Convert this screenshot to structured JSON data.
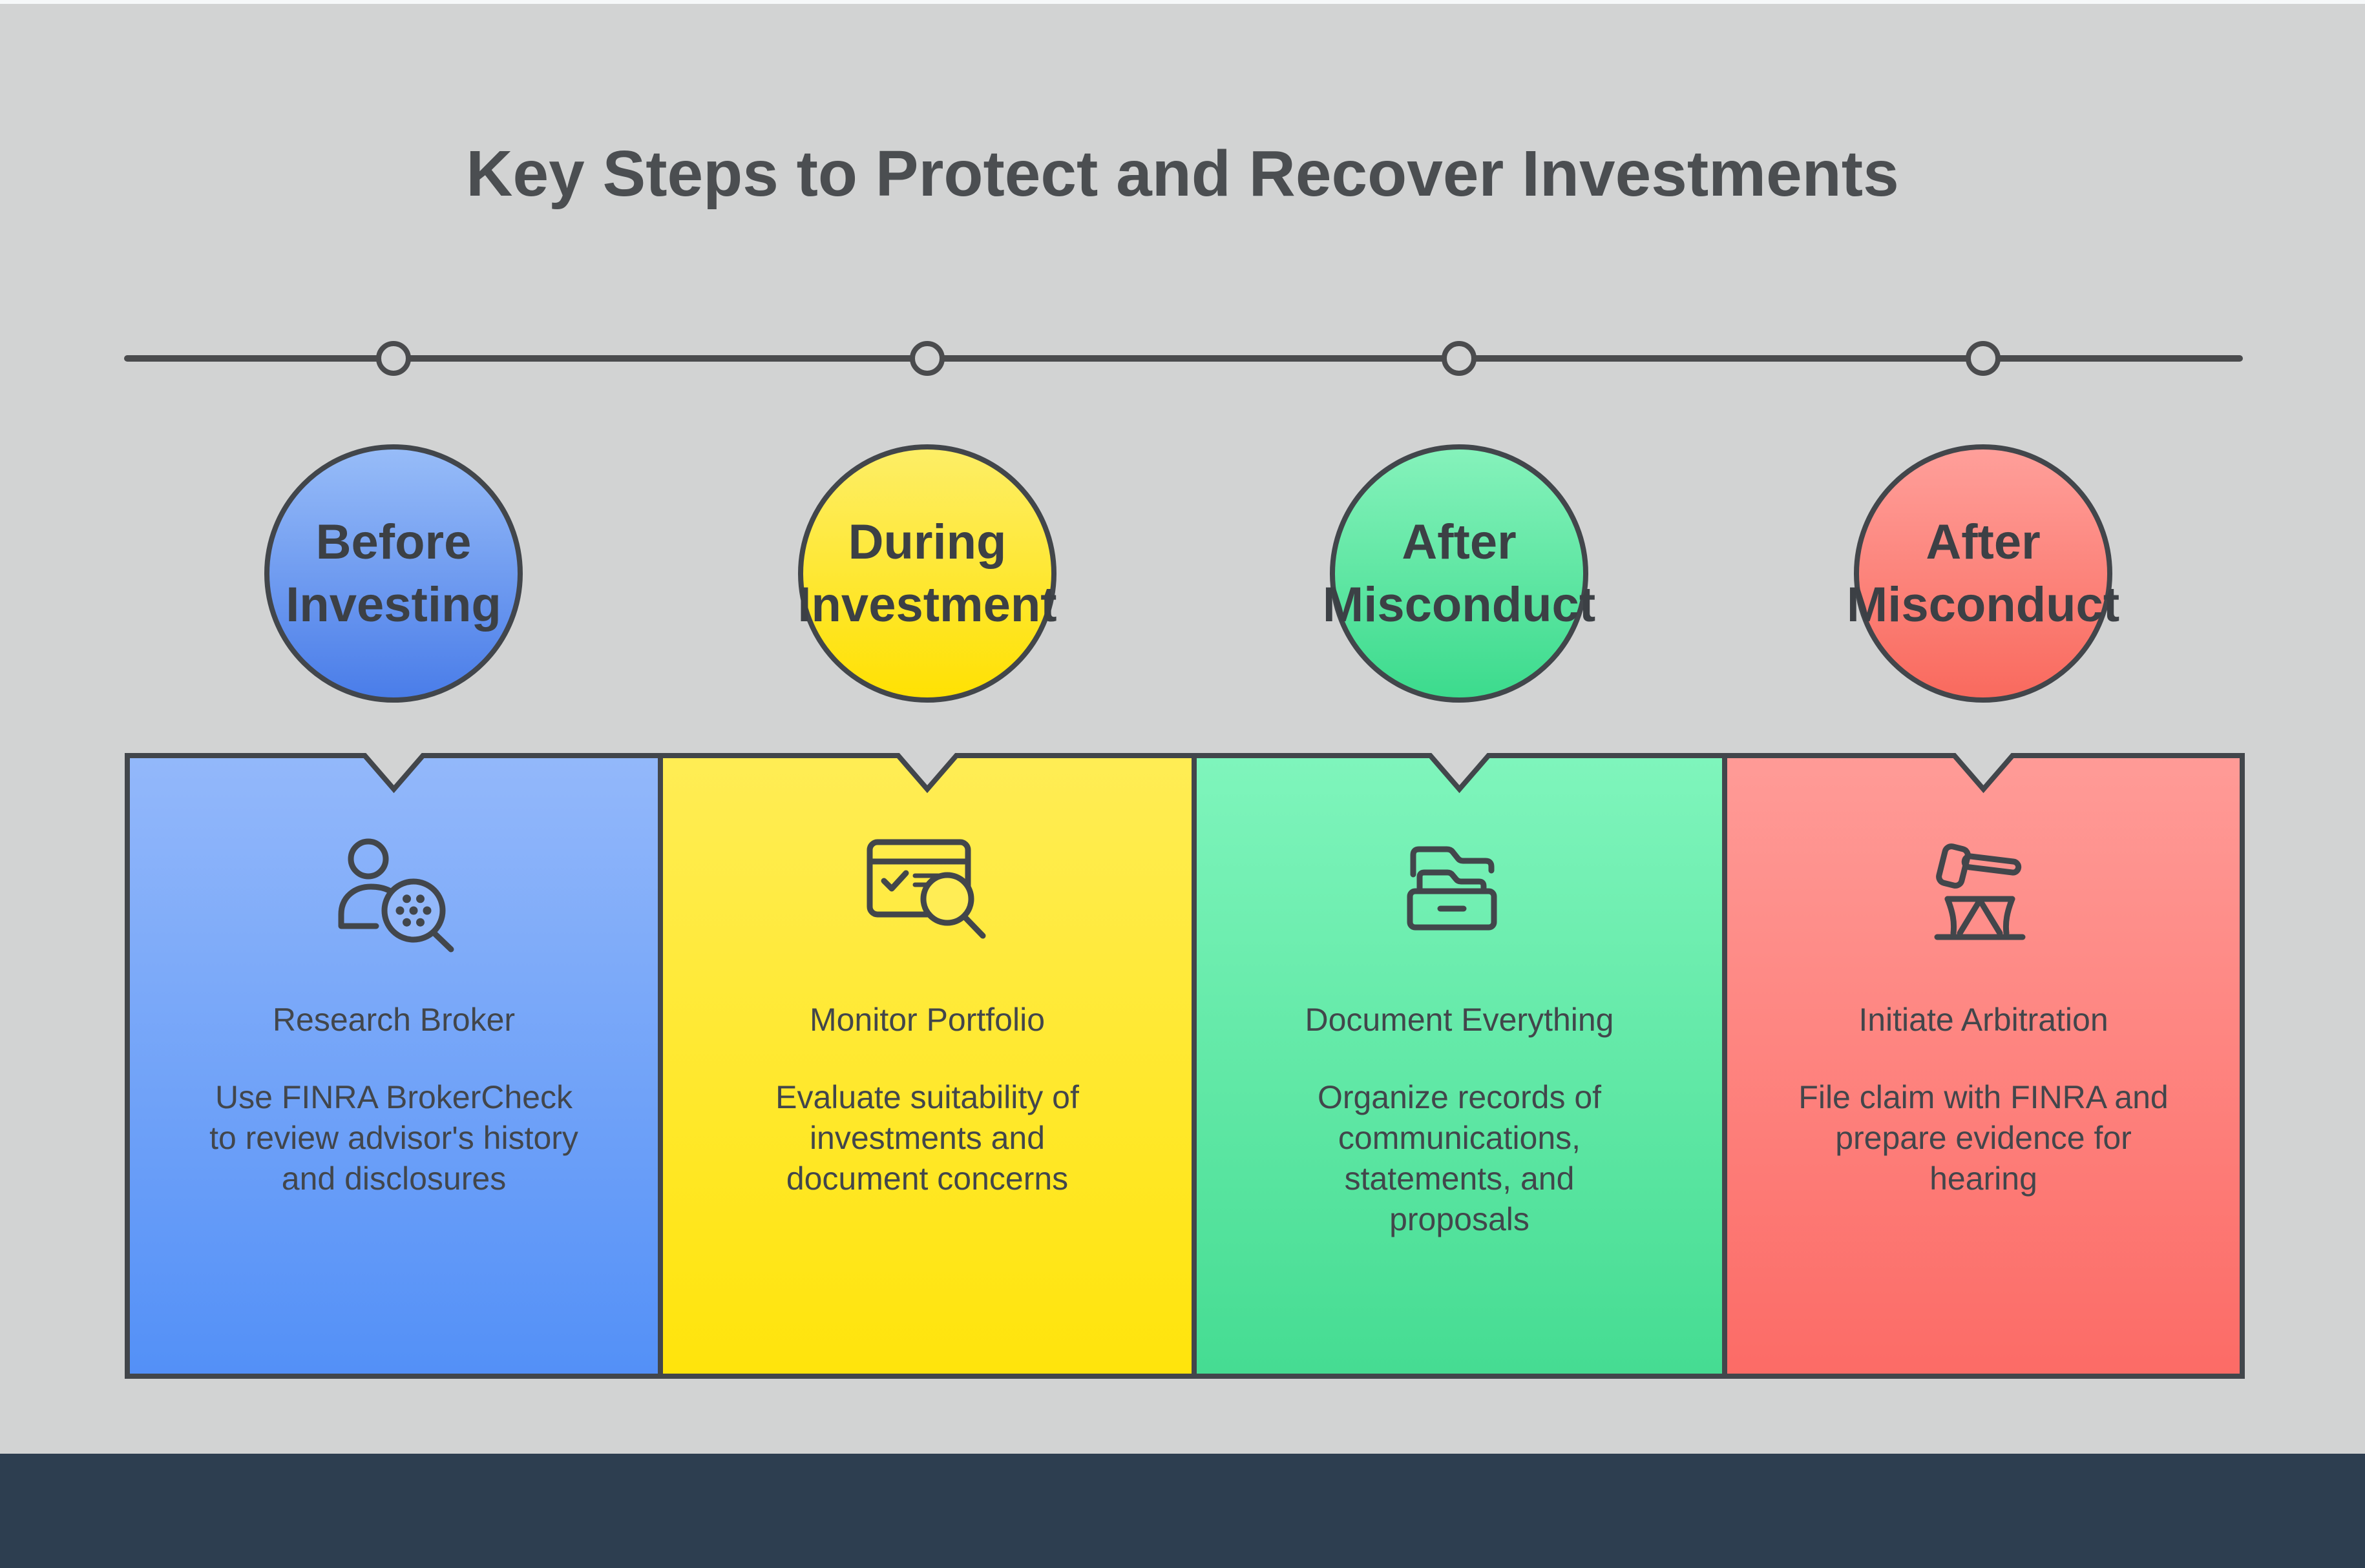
{
  "title": "Key Steps to Protect and Recover Investments",
  "theme": {
    "background": "#d2d3d3",
    "top_strip": "#f6f8f9",
    "footer": "#2d3e50",
    "outline": "#42464b",
    "line": "#4a4b4d",
    "title_color": "#4b4e51",
    "text_color": "#42464b"
  },
  "steps": [
    {
      "stage": "Before\nInvesting",
      "title": "Research Broker",
      "description": "Use FINRA BrokerCheck\nto review advisor's history\nand disclosures",
      "icon": "person-search-icon",
      "circle_color_top": "#97bcf8",
      "circle_color_bottom": "#4a7de9",
      "card_color_top": "#93b8fa",
      "card_color_bottom": "#5390f7"
    },
    {
      "stage": "During\nInvestment",
      "title": "Monitor Portfolio",
      "description": "Evaluate suitability of\ninvestments and\ndocument concerns",
      "icon": "portfolio-check-icon",
      "circle_color_top": "#fdee66",
      "circle_color_bottom": "#ffe103",
      "card_color_top": "#ffed55",
      "card_color_bottom": "#ffe40b"
    },
    {
      "stage": "After\nMisconduct",
      "title": "Document Everything",
      "description": "Organize records of\ncommunications,\nstatements, and\nproposals",
      "icon": "archive-folders-icon",
      "circle_color_top": "#85f2bb",
      "circle_color_bottom": "#3cdb8d",
      "card_color_top": "#7ff5bc",
      "card_color_bottom": "#45dc92"
    },
    {
      "stage": "After\nMisconduct",
      "title": "Initiate Arbitration",
      "description": "File claim with FINRA and\nprepare evidence for\nhearing",
      "icon": "gavel-icon",
      "circle_color_top": "#ff9f9a",
      "circle_color_bottom": "#f96a5e",
      "card_color_top": "#ff9b97",
      "card_color_bottom": "#fc6b66"
    }
  ]
}
